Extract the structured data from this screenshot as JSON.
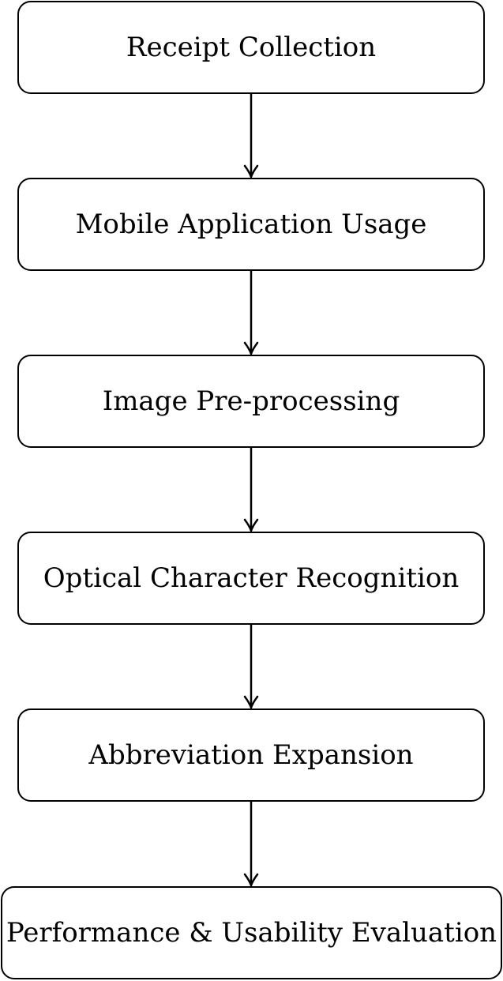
{
  "diagram": {
    "type": "flowchart",
    "direction": "top-to-bottom",
    "colors": {
      "stroke": "#000000",
      "fill": "#ffffff",
      "text": "#000000"
    },
    "steps": [
      {
        "id": "receipt-collection",
        "label": "Receipt Collection"
      },
      {
        "id": "mobile-application-usage",
        "label": "Mobile Application Usage"
      },
      {
        "id": "image-pre-processing",
        "label": "Image Pre-processing"
      },
      {
        "id": "optical-character-recognition",
        "label": "Optical Character Recognition"
      },
      {
        "id": "abbreviation-expansion",
        "label": "Abbreviation Expansion"
      },
      {
        "id": "performance-usability-evaluation",
        "label": "Performance & Usability Evaluation"
      }
    ],
    "edges": [
      {
        "from": "receipt-collection",
        "to": "mobile-application-usage"
      },
      {
        "from": "mobile-application-usage",
        "to": "image-pre-processing"
      },
      {
        "from": "image-pre-processing",
        "to": "optical-character-recognition"
      },
      {
        "from": "optical-character-recognition",
        "to": "abbreviation-expansion"
      },
      {
        "from": "abbreviation-expansion",
        "to": "performance-usability-evaluation"
      }
    ]
  }
}
